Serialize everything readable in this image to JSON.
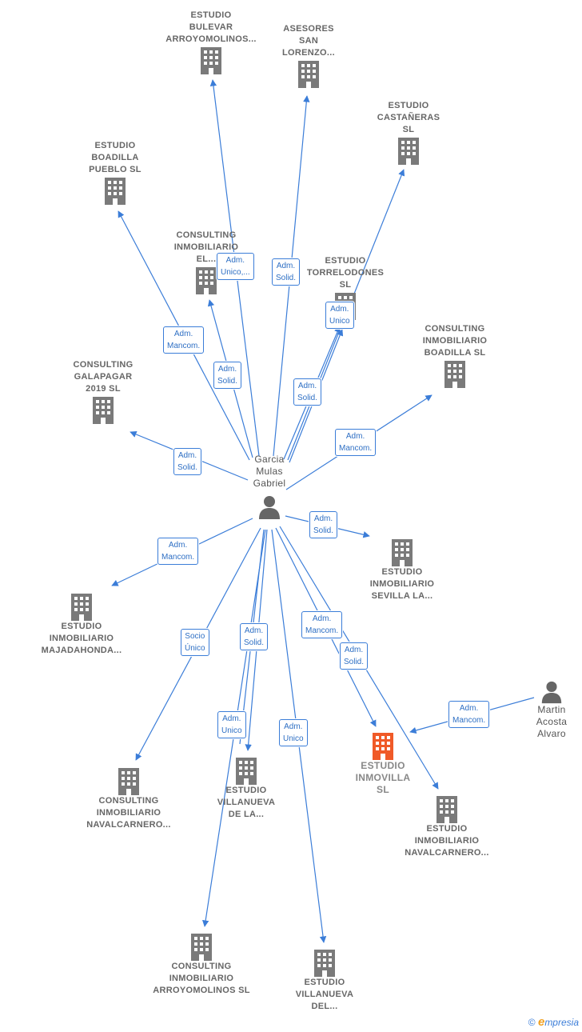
{
  "colors": {
    "edge": "#3b7dd8",
    "building": "#7a7a7a",
    "target_building": "#f05a28",
    "person": "#666666"
  },
  "center": {
    "name": "Garcia\nMulas\nGabriel"
  },
  "secondary_person": {
    "name": "Martin\nAcosta\nAlvaro"
  },
  "target": {
    "name": "ESTUDIO\nINMOVILLA\nSL"
  },
  "companies": [
    {
      "id": "c1",
      "name": "ESTUDIO\nBULEVAR\nARROYOMOLINOS..."
    },
    {
      "id": "c2",
      "name": "ASESORES\nSAN\nLORENZO..."
    },
    {
      "id": "c3",
      "name": "ESTUDIO\nCASTAÑERAS\nSL"
    },
    {
      "id": "c4",
      "name": "ESTUDIO\nBOADILLA\nPUEBLO  SL"
    },
    {
      "id": "c5",
      "name": "CONSULTING\nINMOBILIARIO\nEL..."
    },
    {
      "id": "c6",
      "name": "ESTUDIO\nTORRELODONES\nSL"
    },
    {
      "id": "c7",
      "name": "CONSULTING\nINMOBILIARIO\nBOADILLA  SL"
    },
    {
      "id": "c8",
      "name": "CONSULTING\nGALAPAGAR\n2019  SL"
    },
    {
      "id": "c9",
      "name": "ESTUDIO\nINMOBILIARIO\nSEVILLA LA..."
    },
    {
      "id": "c10",
      "name": "ESTUDIO\nINMOBILIARIO\nMAJADAHONDA..."
    },
    {
      "id": "c11",
      "name": "CONSULTING\nINMOBILIARIO\nNAVALCARNERO..."
    },
    {
      "id": "c12",
      "name": "ESTUDIO\nVILLANUEVA\nDE LA..."
    },
    {
      "id": "c13",
      "name": "ESTUDIO\nINMOBILIARIO\nNAVALCARNERO..."
    },
    {
      "id": "c14",
      "name": "CONSULTING\nINMOBILIARIO\nARROYOMOLINOS SL"
    },
    {
      "id": "c15",
      "name": "ESTUDIO\nVILLANUEVA\nDEL..."
    }
  ],
  "relations": [
    {
      "id": "r1",
      "label": "Adm.\nUnico,..."
    },
    {
      "id": "r2",
      "label": "Adm.\nSolid."
    },
    {
      "id": "r3",
      "label": "Adm.\nUnico"
    },
    {
      "id": "r4",
      "label": "Adm.\nMancom."
    },
    {
      "id": "r5",
      "label": "Adm.\nSolid."
    },
    {
      "id": "r6",
      "label": "Adm.\nSolid."
    },
    {
      "id": "r7",
      "label": "Adm.\nMancom."
    },
    {
      "id": "r8",
      "label": "Adm.\nSolid."
    },
    {
      "id": "r9",
      "label": "Adm.\nSolid."
    },
    {
      "id": "r10",
      "label": "Adm.\nMancom."
    },
    {
      "id": "r11",
      "label": "Socio\nÚnico"
    },
    {
      "id": "r12",
      "label": "Adm.\nSolid."
    },
    {
      "id": "r13",
      "label": "Adm.\nMancom."
    },
    {
      "id": "r14",
      "label": "Adm.\nSolid."
    },
    {
      "id": "r15",
      "label": "Adm.\nUnico"
    },
    {
      "id": "r16",
      "label": "Adm.\nUnico"
    },
    {
      "id": "r17",
      "label": "Adm.\nMancom."
    }
  ],
  "brand": {
    "copyright": "©",
    "e": "e",
    "rest": "mpresia"
  }
}
